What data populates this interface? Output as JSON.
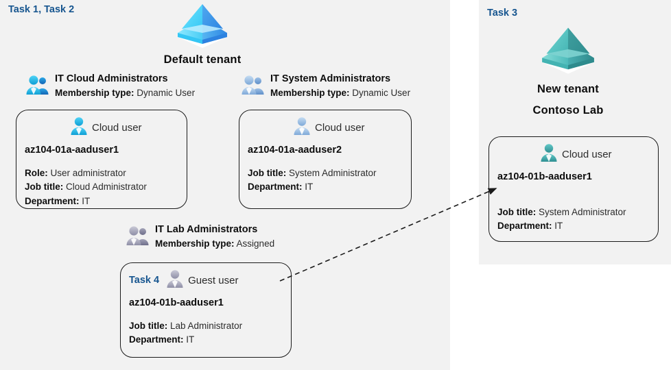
{
  "panels": {
    "left": {
      "task_label": "Task 1, Task 2"
    },
    "right": {
      "task_label": "Task 3"
    }
  },
  "tenants": [
    {
      "id": "default",
      "icon": "azure-ad-tenant-icon",
      "name": "Default tenant",
      "color": "#3fb8f0"
    },
    {
      "id": "new",
      "icon": "azure-ad-tenant-icon",
      "name_line1": "New  tenant",
      "name_line2": "Contoso Lab",
      "color": "#4bb8b8"
    }
  ],
  "groups": [
    {
      "id": "cloud-admins",
      "icon": "group-users-icon",
      "name": "IT Cloud Administrators",
      "membership_label": "Membership type:",
      "membership_value": "Dynamic User",
      "color": "#17aee0"
    },
    {
      "id": "system-admins",
      "icon": "group-users-icon",
      "name": "IT System Administrators",
      "membership_label": "Membership type:",
      "membership_value": "Dynamic User",
      "color": "#9ec2e8"
    },
    {
      "id": "lab-admins",
      "icon": "group-users-icon",
      "name": "IT Lab Administrators",
      "membership_label": "Membership type:",
      "membership_value": "Assigned",
      "color": "#a6a6b8"
    }
  ],
  "cards": [
    {
      "id": "aaduser1",
      "kind_icon": "cloud-user-icon",
      "kind": "Cloud user",
      "user": "az104-01a-aaduser1",
      "attrs": [
        {
          "label": "Role:",
          "value": "User administrator"
        },
        {
          "label": "Job title:",
          "value": "Cloud Administrator"
        },
        {
          "label": "Department:",
          "value": "IT"
        }
      ]
    },
    {
      "id": "aaduser2",
      "kind_icon": "cloud-user-icon",
      "kind": "Cloud user",
      "user": "az104-01a-aaduser2",
      "attrs": [
        {
          "label": "Job title:",
          "value": "System Administrator"
        },
        {
          "label": "Department:",
          "value": "IT"
        }
      ]
    },
    {
      "id": "guest",
      "task_label": "Task 4",
      "kind_icon": "guest-user-icon",
      "kind": "Guest user",
      "user": "az104-01b-aaduser1",
      "attrs": [
        {
          "label": "Job title:",
          "value": "Lab Administrator"
        },
        {
          "label": "Department:",
          "value": "IT"
        }
      ]
    },
    {
      "id": "b-aaduser1",
      "kind_icon": "cloud-user-icon",
      "kind": "Cloud user",
      "user": "az104-01b-aaduser1",
      "attrs": [
        {
          "label": "Job title:",
          "value": "System Administrator"
        },
        {
          "label": "Department:",
          "value": "IT"
        }
      ]
    }
  ],
  "connector": {
    "name": "guest-invite-arrow",
    "style": "dashed",
    "color": "#1a1a1a"
  },
  "colors": {
    "panel_bg": "#f2f2f2",
    "page_bg": "#ffffff",
    "accent_blue": "#16558f",
    "text": "#0d0d0d"
  }
}
